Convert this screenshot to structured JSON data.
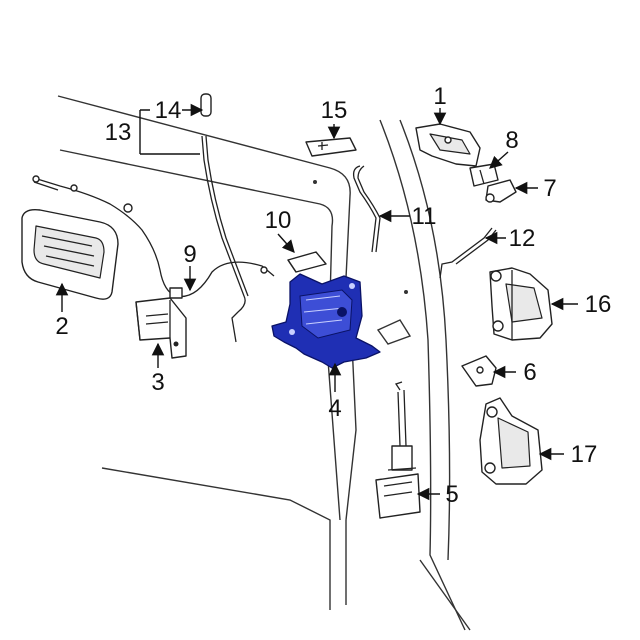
{
  "diagram": {
    "highlight_color": "#1f2fb4",
    "callouts": [
      {
        "id": "1",
        "label": "1"
      },
      {
        "id": "2",
        "label": "2"
      },
      {
        "id": "3",
        "label": "3"
      },
      {
        "id": "4",
        "label": "4"
      },
      {
        "id": "5",
        "label": "5"
      },
      {
        "id": "6",
        "label": "6"
      },
      {
        "id": "7",
        "label": "7"
      },
      {
        "id": "8",
        "label": "8"
      },
      {
        "id": "9",
        "label": "9"
      },
      {
        "id": "10",
        "label": "10"
      },
      {
        "id": "11",
        "label": "11"
      },
      {
        "id": "12",
        "label": "12"
      },
      {
        "id": "13",
        "label": "13"
      },
      {
        "id": "14",
        "label": "14"
      },
      {
        "id": "15",
        "label": "15"
      },
      {
        "id": "16",
        "label": "16"
      },
      {
        "id": "17",
        "label": "17"
      }
    ]
  }
}
